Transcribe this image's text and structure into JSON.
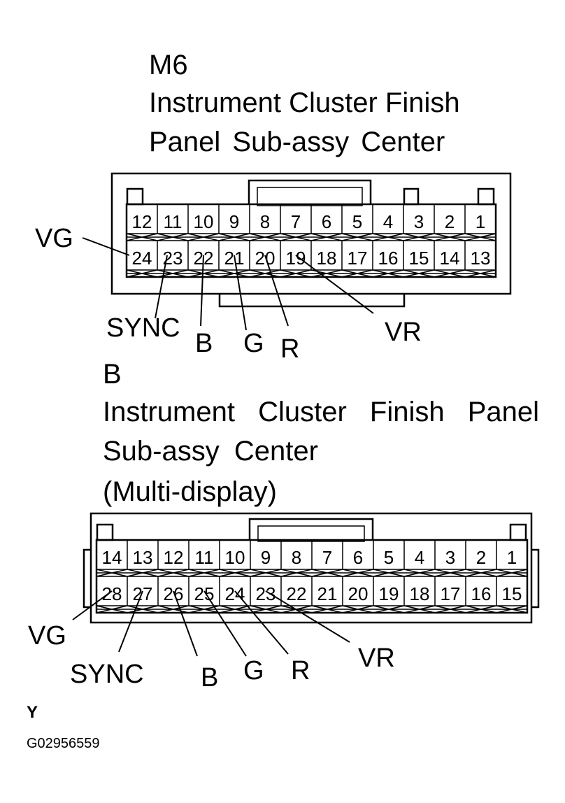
{
  "connectors": [
    {
      "id": "M6",
      "title_lines": [
        "M6",
        "Instrument Cluster Finish",
        "Panel Sub-assy Center"
      ],
      "top_row": [
        "12",
        "11",
        "10",
        "9",
        "8",
        "7",
        "6",
        "5",
        "4",
        "3",
        "2",
        "1"
      ],
      "bottom_row": [
        "24",
        "23",
        "22",
        "21",
        "20",
        "19",
        "18",
        "17",
        "16",
        "15",
        "14",
        "13"
      ],
      "labels": {
        "vg": "VG",
        "sync": "SYNC",
        "b": "B",
        "g": "G",
        "r": "R",
        "vr": "VR"
      },
      "signals": [
        {
          "name": "VG",
          "pin": "24"
        },
        {
          "name": "SYNC",
          "pin": "23"
        },
        {
          "name": "B",
          "pin": "22"
        },
        {
          "name": "G",
          "pin": "21"
        },
        {
          "name": "R",
          "pin": "20"
        },
        {
          "name": "VR",
          "pin": "19"
        }
      ]
    },
    {
      "id": "B",
      "title_lines": [
        "B",
        "Instrument Cluster Finish Panel",
        "Sub-assy Center",
        "(Multi-display)"
      ],
      "top_row": [
        "14",
        "13",
        "12",
        "11",
        "10",
        "9",
        "8",
        "7",
        "6",
        "5",
        "4",
        "3",
        "2",
        "1"
      ],
      "bottom_row": [
        "28",
        "27",
        "26",
        "25",
        "24",
        "23",
        "22",
        "21",
        "20",
        "19",
        "18",
        "17",
        "16",
        "15"
      ],
      "labels": {
        "vg": "VG",
        "sync": "SYNC",
        "b": "B",
        "g": "G",
        "r": "R",
        "vr": "VR"
      },
      "signals": [
        {
          "name": "VG",
          "pin": "28"
        },
        {
          "name": "SYNC",
          "pin": "27"
        },
        {
          "name": "B",
          "pin": "26"
        },
        {
          "name": "G",
          "pin": "25"
        },
        {
          "name": "R",
          "pin": "24"
        },
        {
          "name": "VR",
          "pin": "23"
        }
      ]
    }
  ],
  "footer": {
    "mark": "Y",
    "code": "G02956559"
  }
}
